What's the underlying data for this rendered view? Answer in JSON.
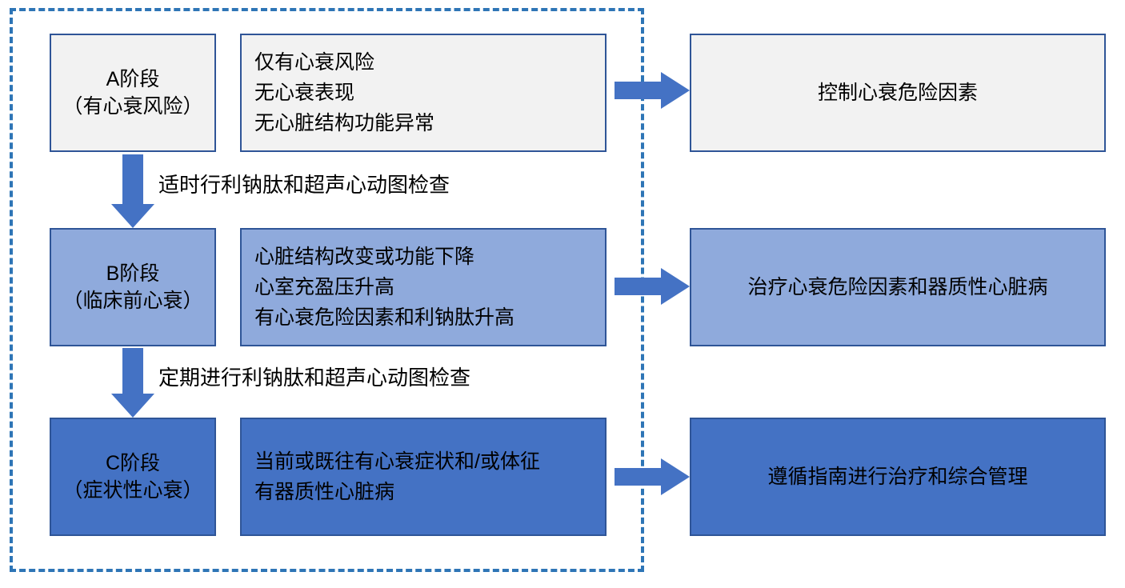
{
  "diagram": {
    "stages": [
      {
        "title": "A阶段",
        "subtitle": "（有心衰风险）",
        "description_lines": [
          "仅有心衰风险",
          "无心衰表现",
          "无心脏结构功能异常"
        ],
        "action": "控制心衰危险因素"
      },
      {
        "title": "B阶段",
        "subtitle": "（临床前心衰）",
        "description_lines": [
          "心脏结构改变或功能下降",
          "心室充盈压升高",
          "有心衰危险因素和利钠肽升高"
        ],
        "action": "治疗心衰危险因素和器质性心脏病"
      },
      {
        "title": "C阶段",
        "subtitle": "（症状性心衰）",
        "description_lines": [
          "当前或既往有心衰症状和/或体征",
          "有器质性心脏病"
        ],
        "action": "遵循指南进行治疗和综合管理"
      }
    ],
    "transitions": [
      {
        "label": "适时行利钠肽和超声心动图检查"
      },
      {
        "label": "定期进行利钠肽和超声心动图检查"
      }
    ],
    "icons": [
      {
        "name": "right-arrow-icon",
        "shape": "css-block-arrow-right"
      },
      {
        "name": "down-arrow-icon",
        "shape": "css-block-arrow-down"
      }
    ],
    "colors": {
      "stage_a_fill": "#F2F2F2",
      "stage_b_fill": "#8FAADC",
      "stage_c_fill": "#4472C4",
      "box_border": "#2F5597",
      "arrow": "#4472C4",
      "dashed_frame": "#2E75B6",
      "text": "#000000"
    }
  }
}
